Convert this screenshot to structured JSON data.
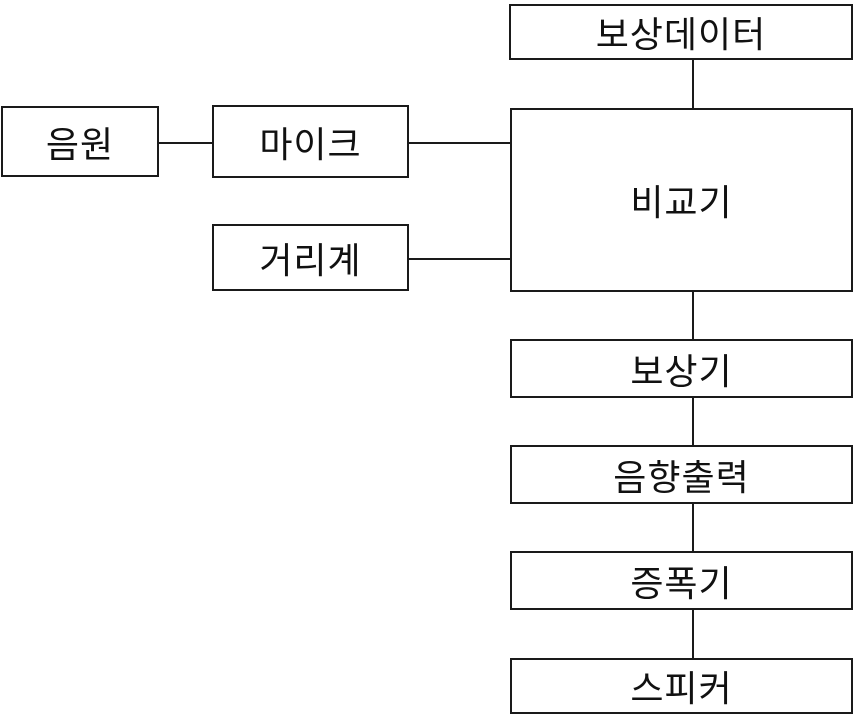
{
  "diagram": {
    "type": "block-diagram",
    "language": "ko",
    "colors": {
      "background": "#ffffff",
      "box_fill": "#ffffff",
      "line": "#1a1a1a",
      "text": "#111111"
    },
    "nodes": {
      "compensation_data": {
        "label": "보상데이터"
      },
      "sound_source": {
        "label": "음원"
      },
      "microphone": {
        "label": "마이크"
      },
      "rangefinder": {
        "label": "거리계"
      },
      "comparator": {
        "label": "비교기"
      },
      "compensator": {
        "label": "보상기"
      },
      "sound_output": {
        "label": "음향출력"
      },
      "amplifier": {
        "label": "증폭기"
      },
      "speaker": {
        "label": "스피커"
      }
    },
    "edges": [
      {
        "from": "sound_source",
        "to": "microphone",
        "orientation": "horizontal"
      },
      {
        "from": "microphone",
        "to": "comparator",
        "orientation": "horizontal"
      },
      {
        "from": "rangefinder",
        "to": "comparator",
        "orientation": "horizontal"
      },
      {
        "from": "compensation_data",
        "to": "comparator",
        "orientation": "vertical"
      },
      {
        "from": "comparator",
        "to": "compensator",
        "orientation": "vertical"
      },
      {
        "from": "compensator",
        "to": "sound_output",
        "orientation": "vertical"
      },
      {
        "from": "sound_output",
        "to": "amplifier",
        "orientation": "vertical"
      },
      {
        "from": "amplifier",
        "to": "speaker",
        "orientation": "vertical"
      }
    ]
  }
}
